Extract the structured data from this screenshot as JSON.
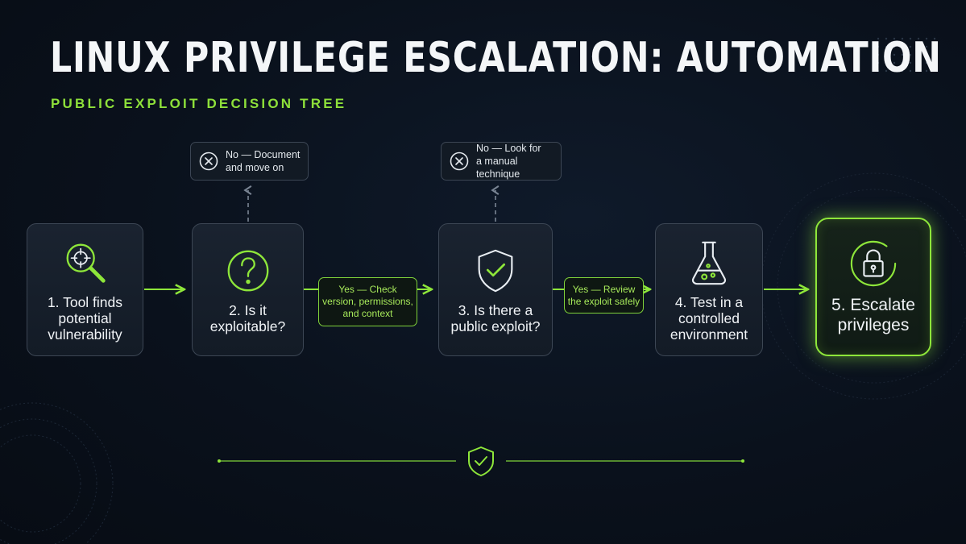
{
  "title": "LINUX PRIVILEGE ESCALATION: AUTOMATION",
  "subtitle": "PUBLIC EXPLOIT DECISION TREE",
  "steps": [
    {
      "label": "1. Tool finds\npotential\nvulnerability",
      "icon": "magnifier-target-icon"
    },
    {
      "label": "2. Is it\nexploitable?",
      "icon": "question-mark-icon"
    },
    {
      "label": "3. Is there a\npublic exploit?",
      "icon": "shield-check-icon"
    },
    {
      "label": "4. Test in a\ncontrolled\nenvironment",
      "icon": "flask-icon"
    },
    {
      "label": "5. Escalate\nprivileges",
      "icon": "padlock-icon"
    }
  ],
  "yes_labels": [
    "Yes — Check\nversion, permissions,\nand context",
    "Yes — Review\nthe exploit safely"
  ],
  "no_branches": [
    {
      "text": "No — Document\nand move on",
      "icon": "x-circle-icon"
    },
    {
      "text": "No — Look for\na manual technique",
      "icon": "x-circle-icon"
    }
  ],
  "colors": {
    "accent": "#8ee63a",
    "background": "#0a111c",
    "box_border": "#3c4654",
    "text": "#f1f4f7"
  },
  "footer_icon": "shield-check-icon"
}
